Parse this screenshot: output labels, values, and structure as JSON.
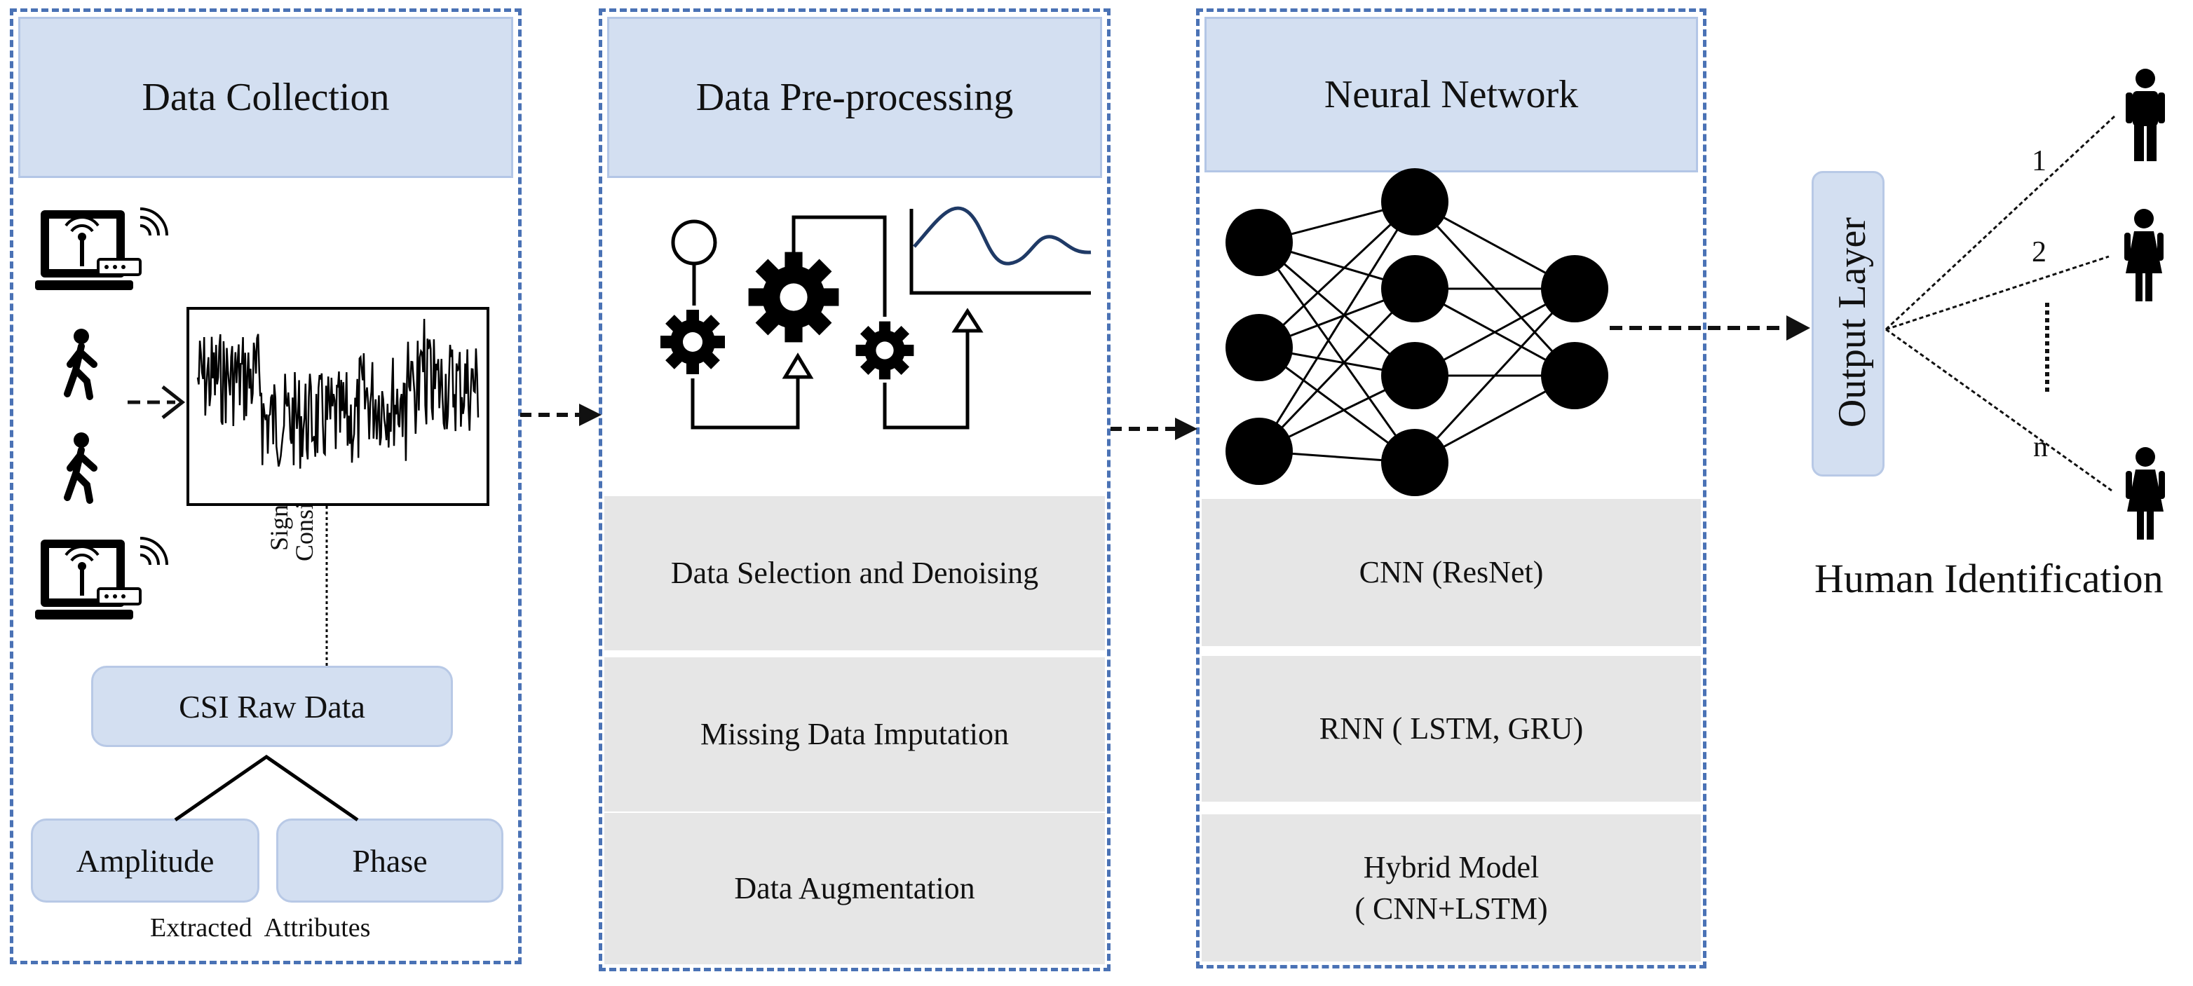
{
  "panels": {
    "collection": {
      "title": "Data Collection",
      "signal_label": "Signal Consists",
      "raw_data": "CSI Raw Data",
      "amplitude": "Amplitude",
      "phase": "Phase",
      "extracted": "Extracted  Attributes"
    },
    "preprocessing": {
      "title": "Data Pre-processing",
      "steps": [
        "Data Selection  and Denoising",
        "Missing Data Imputation",
        "Data Augmentation"
      ]
    },
    "network": {
      "title": "Neural Network",
      "models": [
        "CNN (ResNet)",
        "RNN ( LSTM, GRU)",
        "Hybrid Model\n( CNN+LSTM)"
      ]
    }
  },
  "output": {
    "layer": "Output Layer",
    "caption": "Human Identification",
    "labels": [
      "1",
      "2",
      "n"
    ]
  },
  "colors": {
    "panel_border": "#4a72b5",
    "header_fill": "#d3dff1",
    "step_fill": "#e6e6e6"
  },
  "icons": [
    "laptop-wifi-icon",
    "walking-person-icon",
    "gear-icon",
    "signal-waveform-icon",
    "neural-network-icon",
    "male-person-icon",
    "female-person-icon"
  ]
}
